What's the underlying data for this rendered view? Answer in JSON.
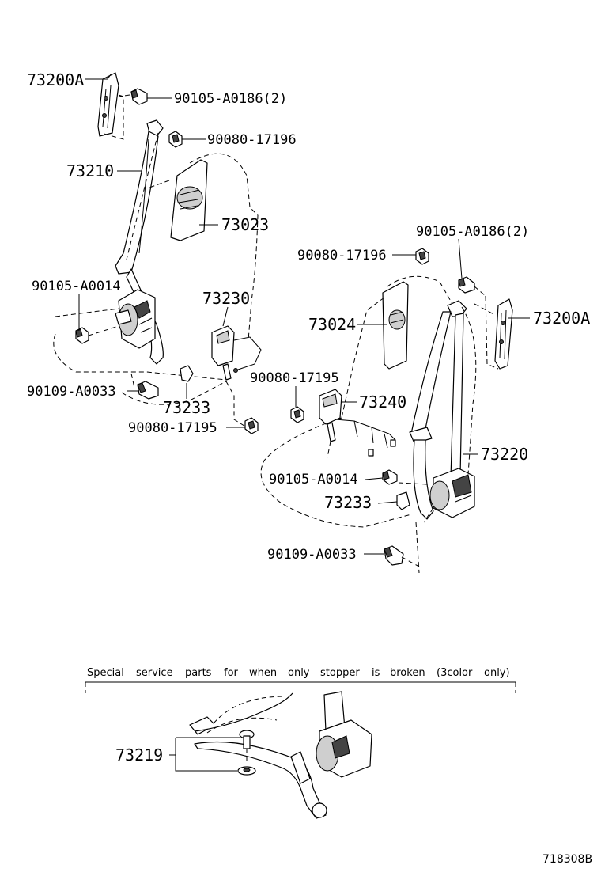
{
  "labels": {
    "l_73200A": "73200A",
    "l_90105_A0186_a": "90105-A0186(2)",
    "l_90080_17196_a": "90080-17196",
    "l_73210": "73210",
    "l_73023": "73023",
    "l_90105_A0014_a": "90105-A0014",
    "l_73230": "73230",
    "l_90109_A0033_a": "90109-A0033",
    "l_73233_a": "73233",
    "l_90080_17195_a": "90080-17195",
    "l_90105_A0186_b": "90105-A0186(2)",
    "l_90080_17196_b": "90080-17196",
    "l_73200A_b": "73200A",
    "l_73024": "73024",
    "l_90080_17195_b": "90080-17195",
    "l_73240": "73240",
    "l_73220": "73220",
    "l_90105_A0014_b": "90105-A0014",
    "l_73233_b": "73233",
    "l_90109_A0033_b": "90109-A0033",
    "l_73219": "73219"
  },
  "note_words": [
    "Special",
    "service",
    "parts",
    "for",
    "when",
    "only",
    "stopper",
    "is",
    "broken",
    "(3color",
    "only)"
  ],
  "diagram_ref": "718308B"
}
